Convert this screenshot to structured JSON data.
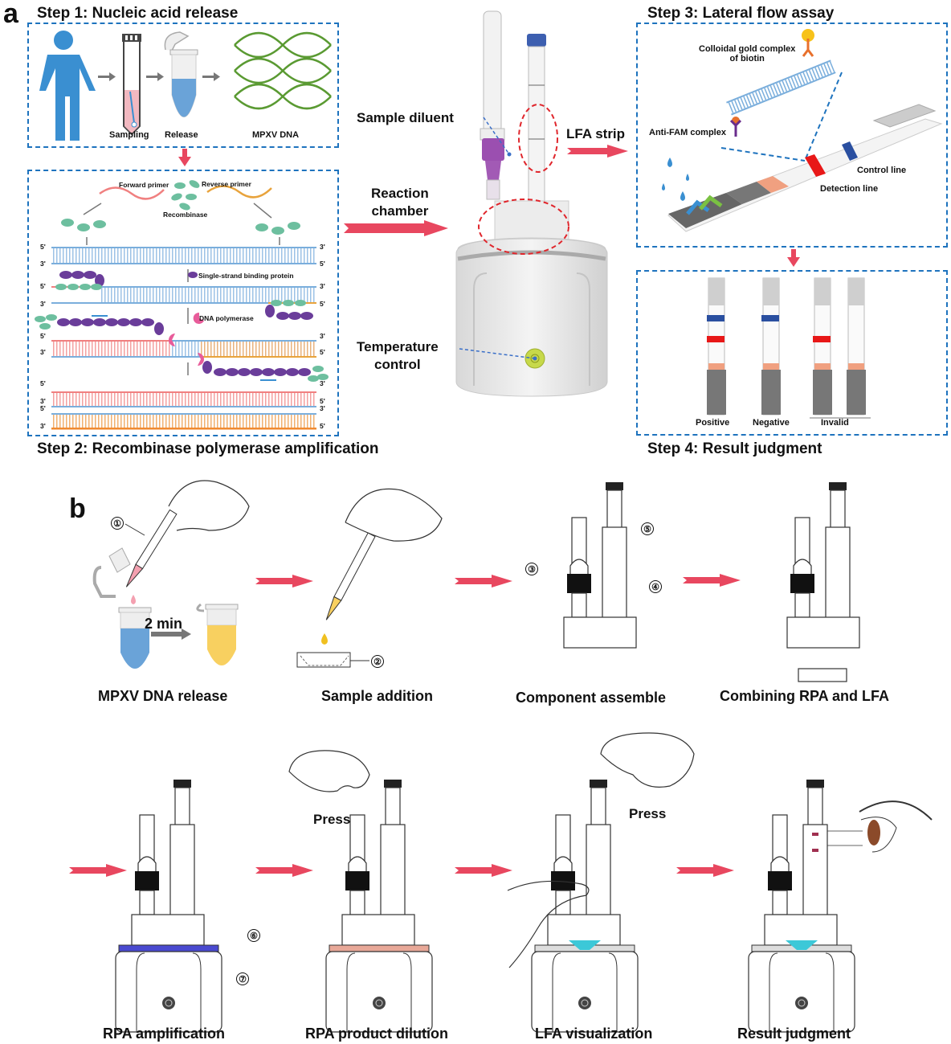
{
  "panel_a": {
    "letter": "a",
    "step1": {
      "title": "Step 1: Nucleic acid release",
      "labels": {
        "sampling": "Sampling",
        "release": "Release",
        "dna": "MPXV DNA"
      }
    },
    "step2": {
      "title": "Step 2: Recombinase polymerase amplification",
      "labels": {
        "forward_primer": "Forward primer",
        "reverse_primer": "Reverse primer",
        "recombinase": "Recombinase",
        "ssb": "Single-strand binding protein",
        "polymerase": "DNA polymerase",
        "five_prime": "5'",
        "three_prime": "3'"
      }
    },
    "device": {
      "sample_diluent": "Sample diluent",
      "lfa_strip": "LFA strip",
      "reaction_chamber": "Reaction\nchamber",
      "temperature_control": "Temperature\ncontrol"
    },
    "step3": {
      "title": "Step 3: Lateral flow assay",
      "labels": {
        "gold_complex": "Colloidal gold complex\nof biotin",
        "anti_fam": "Anti-FAM complex",
        "control_line": "Control line",
        "detection_line": "Detection line"
      }
    },
    "step4": {
      "title": "Step 4: Result judgment",
      "results": [
        {
          "label": "Positive",
          "control": true,
          "detection": true
        },
        {
          "label": "Negative",
          "control": true,
          "detection": false
        },
        {
          "label": "Invalid",
          "strips": [
            {
              "control": false,
              "detection": true
            },
            {
              "control": false,
              "detection": false
            }
          ]
        }
      ]
    }
  },
  "panel_b": {
    "letter": "b",
    "duration": "2 min",
    "press": "Press",
    "numbers": [
      "①",
      "②",
      "③",
      "④",
      "⑤",
      "⑥",
      "⑦"
    ],
    "captions": [
      "MPXV DNA release",
      "Sample addition",
      "Component assemble",
      "Combining RPA and LFA",
      "RPA amplification",
      "RPA product dilution",
      "LFA visualization",
      "Result judgment"
    ]
  },
  "colors": {
    "box_border": "#1e73be",
    "arrow": "#e8475f",
    "dna_blue": "#7aaedc",
    "forward": "#f08080",
    "reverse": "#e8a33c",
    "recombinase": "#6dbf9f",
    "ssb": "#6a3d9a",
    "polymerase": "#e85c9a"
  }
}
